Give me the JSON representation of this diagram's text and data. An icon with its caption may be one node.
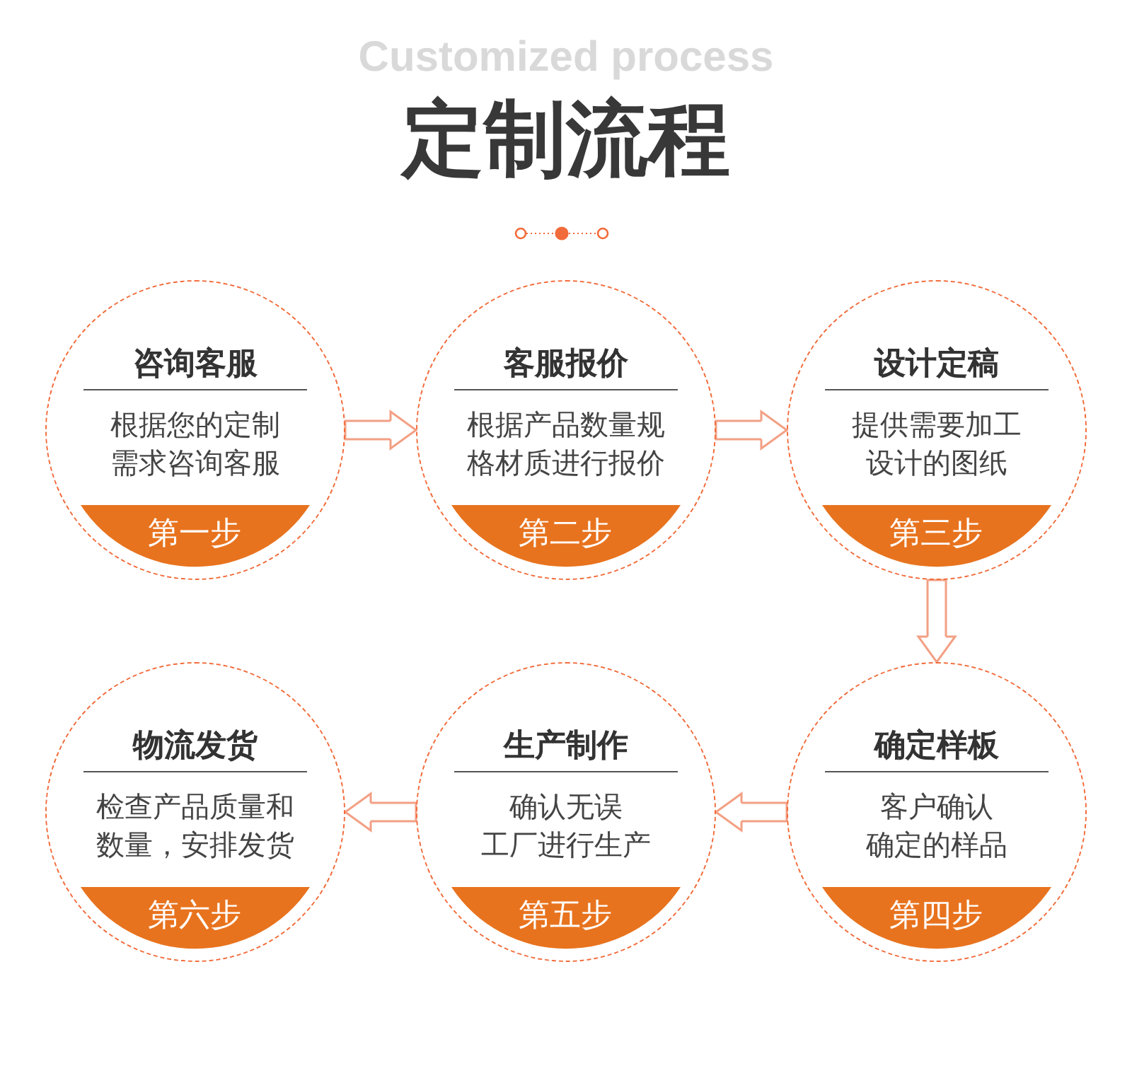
{
  "diagram": {
    "title": "定制流程",
    "nodes": [
      {
        "text": [
          "咨询客服",
          "根据您的定制需求咨询客服",
          "第一步"
        ]
      },
      {
        "text": [
          "客服报价",
          "根据产品数量规格材质进行报价",
          "第二步"
        ]
      },
      {
        "text": [
          "设计定稿",
          "提供需要加工设计的图纸",
          "第三步"
        ]
      },
      {
        "text": [
          "确定样板",
          "客户确认确定的样品",
          "第四步"
        ]
      },
      {
        "text": [
          "生产制作",
          "确认无误工厂进行生产",
          "第五步"
        ]
      },
      {
        "text": [
          "物流发货",
          "检查产品质量和数量，安排发货",
          "第六步"
        ]
      }
    ],
    "edges": [
      {
        "from": 0,
        "to": 1,
        "arrow": "to"
      },
      {
        "from": 1,
        "to": 2,
        "arrow": "to"
      },
      {
        "from": 2,
        "to": 3,
        "arrow": "to"
      },
      {
        "from": 3,
        "to": 4,
        "arrow": "to"
      },
      {
        "from": 4,
        "to": 5,
        "arrow": "to"
      }
    ],
    "labels": [
      "Customized process"
    ]
  }
}
